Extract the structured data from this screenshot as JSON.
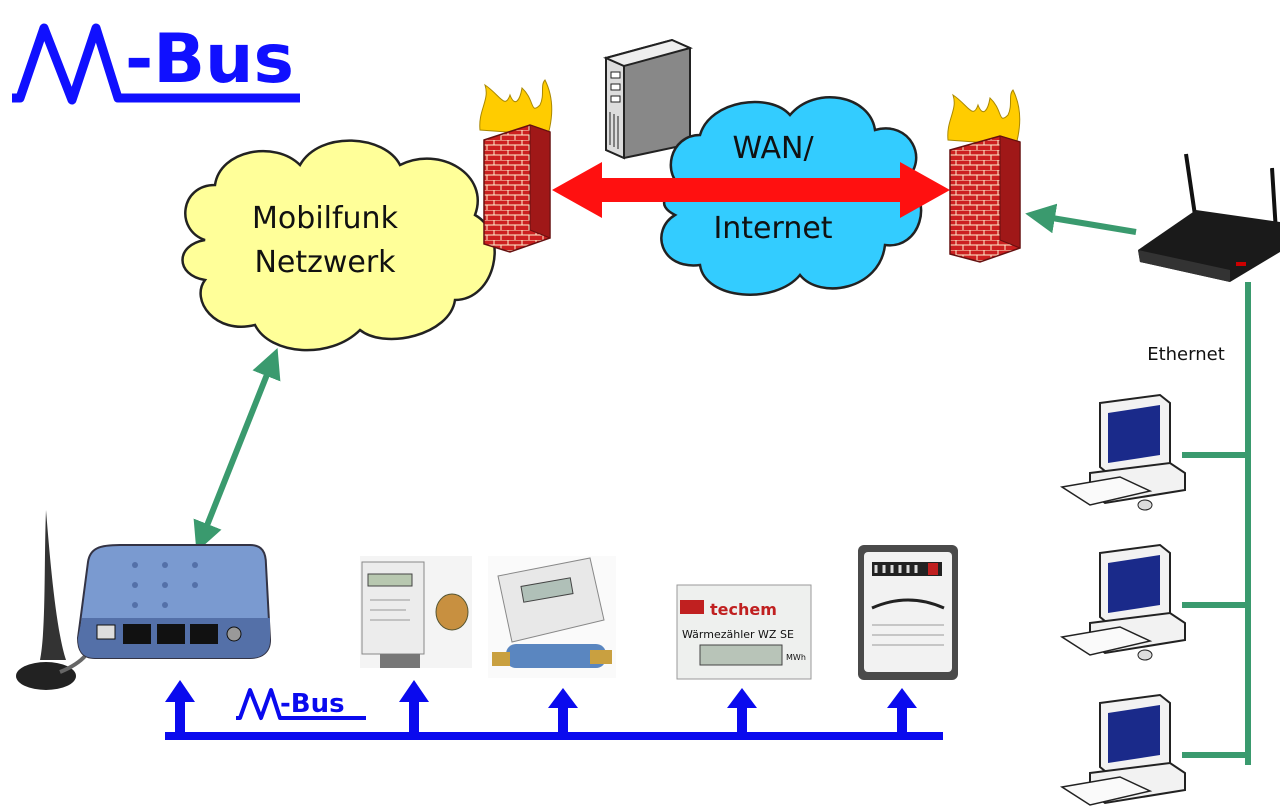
{
  "logo": {
    "text": "-Bus",
    "color": "#1010ff"
  },
  "bus_logo": {
    "text": "-Bus"
  },
  "clouds": {
    "mobile": {
      "line1": "Mobilfunk",
      "line2": "Netzwerk",
      "color": "#ffff99"
    },
    "wan": {
      "line1": "WAN/",
      "line2": "Internet",
      "color": "#33ccff"
    }
  },
  "ethernet_label": "Ethernet",
  "meters": {
    "techem_brand": "techem",
    "techem_caption": "Wärmezähler WZ SE",
    "techem_unit": "MWh"
  },
  "colors": {
    "bus": "#0a0aee",
    "link": "#3a9a6e",
    "arrow": "#ff1010",
    "firewall": "#cc2020"
  }
}
